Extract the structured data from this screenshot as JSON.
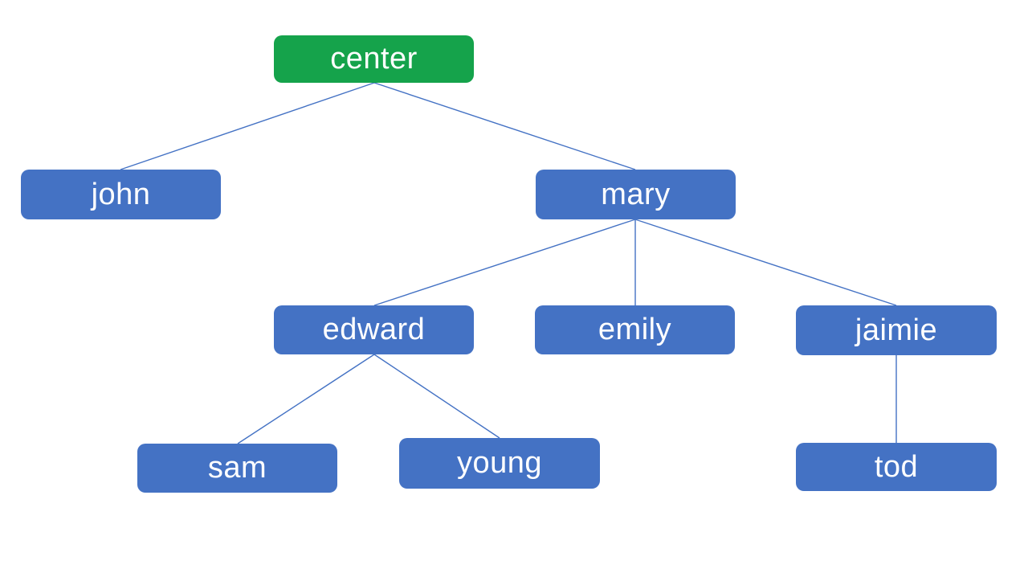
{
  "diagram": {
    "type": "tree",
    "background_color": "#ffffff",
    "colors": {
      "root_node_fill": "#15a34b",
      "node_fill": "#4472c4",
      "node_text": "#ffffff",
      "connector_line": "#4472c4"
    },
    "nodes": {
      "center": {
        "label": "center",
        "level": 0,
        "parent": null,
        "fill": "#15a34b"
      },
      "john": {
        "label": "john",
        "level": 1,
        "parent": "center",
        "fill": "#4472c4"
      },
      "mary": {
        "label": "mary",
        "level": 1,
        "parent": "center",
        "fill": "#4472c4"
      },
      "edward": {
        "label": "edward",
        "level": 2,
        "parent": "mary",
        "fill": "#4472c4"
      },
      "emily": {
        "label": "emily",
        "level": 2,
        "parent": "mary",
        "fill": "#4472c4"
      },
      "jaimie": {
        "label": "jaimie",
        "level": 2,
        "parent": "mary",
        "fill": "#4472c4"
      },
      "sam": {
        "label": "sam",
        "level": 3,
        "parent": "edward",
        "fill": "#4472c4"
      },
      "young": {
        "label": "young",
        "level": 3,
        "parent": "edward",
        "fill": "#4472c4"
      },
      "tod": {
        "label": "tod",
        "level": 3,
        "parent": "jaimie",
        "fill": "#4472c4"
      }
    },
    "edges": [
      [
        "center",
        "john"
      ],
      [
        "center",
        "mary"
      ],
      [
        "mary",
        "edward"
      ],
      [
        "mary",
        "emily"
      ],
      [
        "mary",
        "jaimie"
      ],
      [
        "edward",
        "sam"
      ],
      [
        "edward",
        "young"
      ],
      [
        "jaimie",
        "tod"
      ]
    ]
  }
}
